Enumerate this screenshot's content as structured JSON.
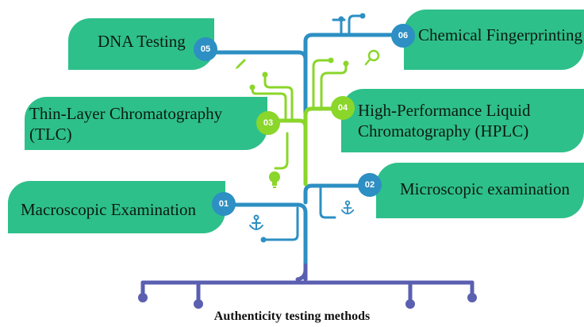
{
  "caption": "Authenticity testing methods",
  "methods": [
    {
      "number": "01",
      "label": "Macroscopic Examination"
    },
    {
      "number": "02",
      "label": "Microscopic examination"
    },
    {
      "number": "03",
      "label": "Thin-Layer Chromatography (TLC)"
    },
    {
      "number": "04",
      "label": "High-Performance Liquid Chromatography (HPLC)"
    },
    {
      "number": "05",
      "label": "DNA Testing"
    },
    {
      "number": "06",
      "label": "Chemical Fingerprinting"
    }
  ],
  "colors": {
    "box": "#2ec08a",
    "blue_line": "#2d8fc3",
    "green_line": "#8ad62a",
    "root_line": "#5a5fb0"
  },
  "icons": [
    "anchor-icon",
    "anchor-icon",
    "pen-icon",
    "magnifier-icon",
    "lightbulb-icon"
  ]
}
